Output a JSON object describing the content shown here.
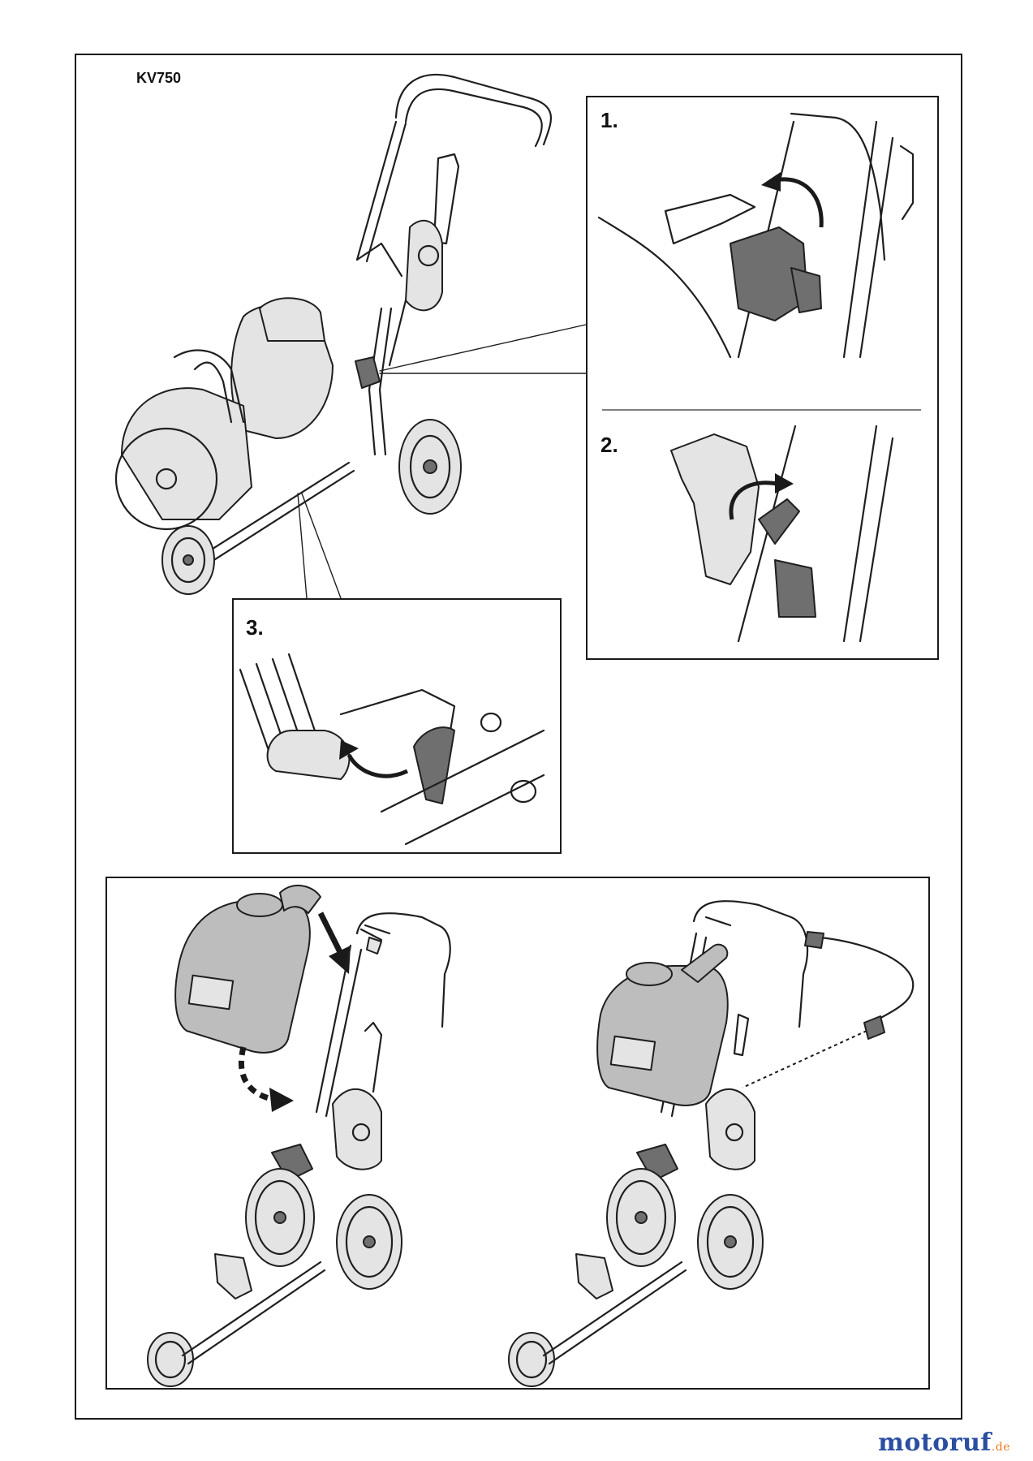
{
  "document": {
    "model": "KV750",
    "steps": [
      {
        "label": "1."
      },
      {
        "label": "2."
      },
      {
        "label": "3."
      }
    ]
  },
  "brand": {
    "name": "motoruf",
    "suffix": ".de",
    "colors": {
      "blue": "#2a4fa0",
      "orange": "#e87a1d"
    }
  },
  "icons": {
    "rotate_ccw": "curved-arrow-icon",
    "rotate_cw": "curved-arrow-icon",
    "mount_arrow": "down-arrow-icon",
    "swing_arrow": "dashed-curved-arrow-icon"
  }
}
